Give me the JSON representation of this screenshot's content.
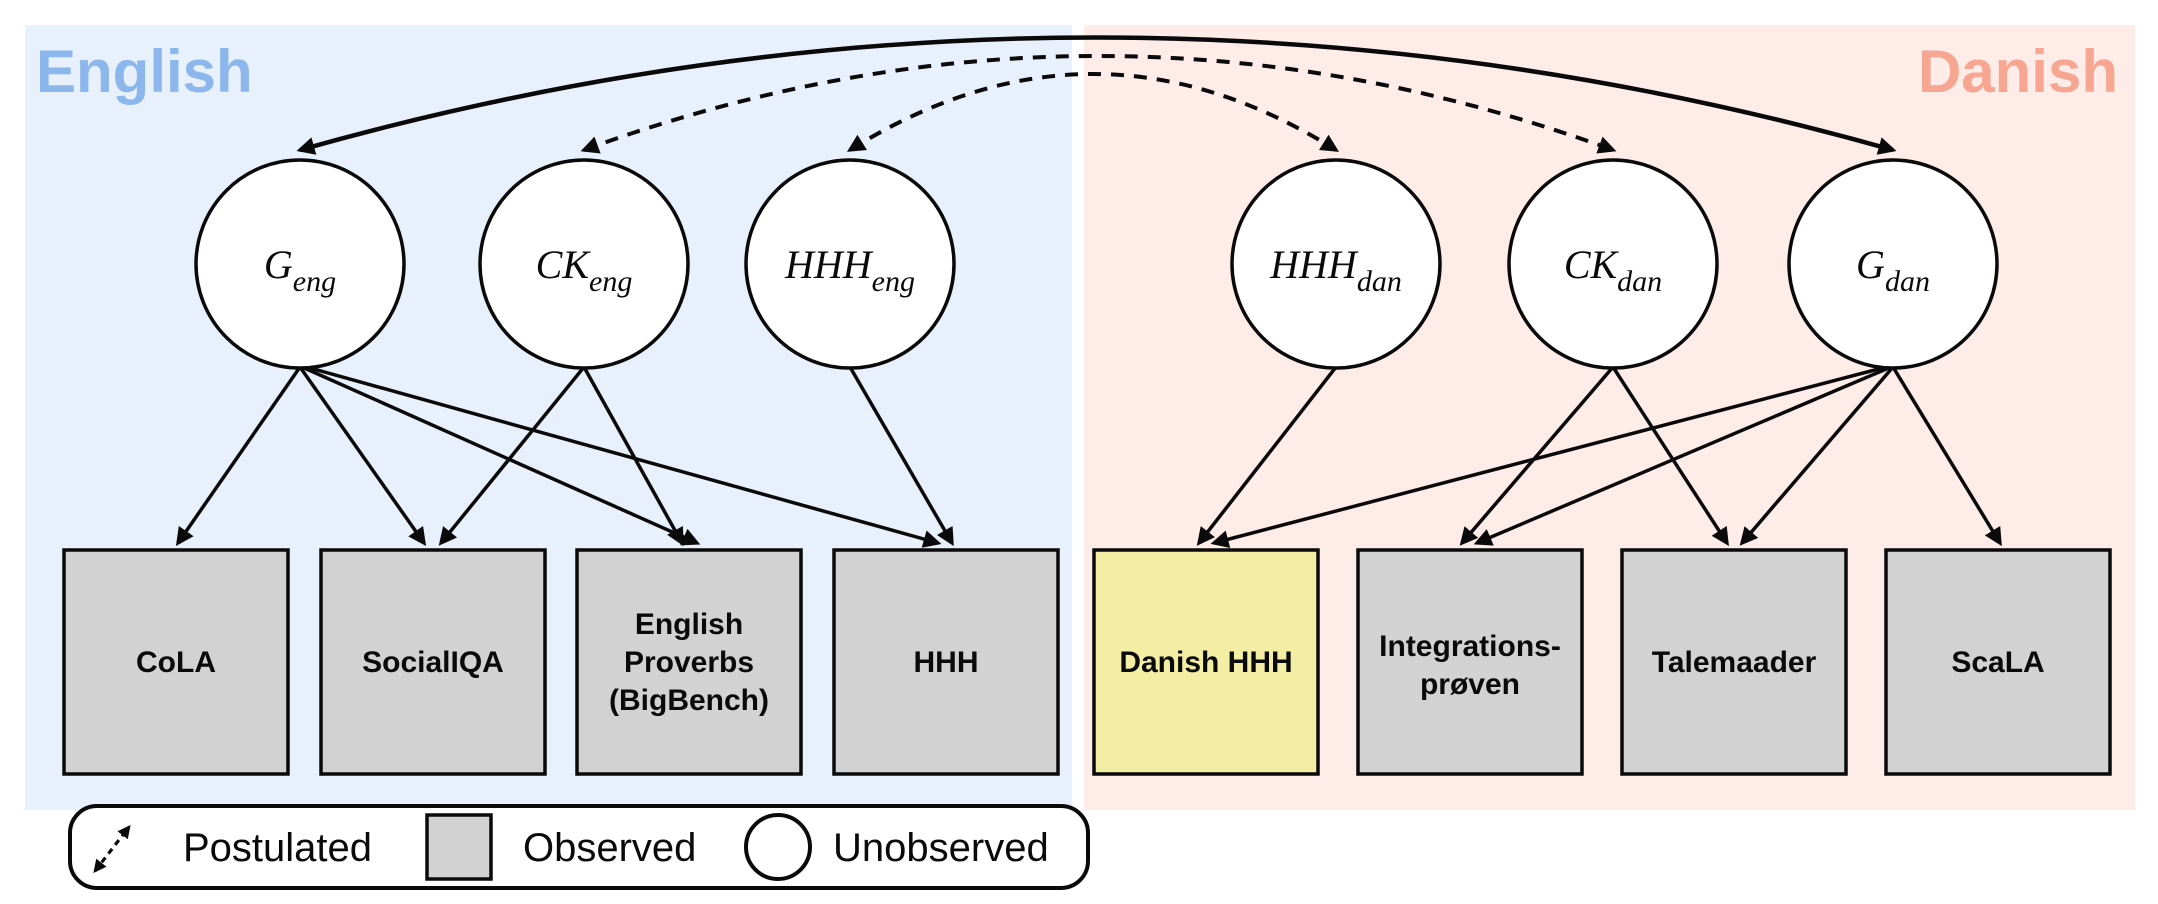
{
  "regions": {
    "english": {
      "label": "English",
      "bg": "#e7f0fb",
      "label_color": "#8cb7ec"
    },
    "danish": {
      "label": "Danish",
      "bg": "#fdece8",
      "label_color": "#f7a692"
    }
  },
  "latents": [
    {
      "id": "G_eng",
      "main": "G",
      "sub": "eng"
    },
    {
      "id": "CK_eng",
      "main": "CK",
      "sub": "eng"
    },
    {
      "id": "HHH_eng",
      "main": "HHH",
      "sub": "eng"
    },
    {
      "id": "HHH_dan",
      "main": "HHH",
      "sub": "dan"
    },
    {
      "id": "CK_dan",
      "main": "CK",
      "sub": "dan"
    },
    {
      "id": "G_dan",
      "main": "G",
      "sub": "dan"
    }
  ],
  "observed": [
    {
      "id": "cola",
      "lines": [
        "CoLA"
      ],
      "highlighted": false
    },
    {
      "id": "socialiqa",
      "lines": [
        "SocialIQA"
      ],
      "highlighted": false
    },
    {
      "id": "english-proverbs",
      "lines": [
        "English",
        "Proverbs",
        "(BigBench)"
      ],
      "highlighted": false
    },
    {
      "id": "hhh",
      "lines": [
        "HHH"
      ],
      "highlighted": false
    },
    {
      "id": "danish-hhh",
      "lines": [
        "Danish HHH"
      ],
      "highlighted": true
    },
    {
      "id": "integrationsproven",
      "lines": [
        "Integrations-",
        "prøven"
      ],
      "highlighted": false
    },
    {
      "id": "talemaader",
      "lines": [
        "Talemaader"
      ],
      "highlighted": false
    },
    {
      "id": "scala",
      "lines": [
        "ScaLA"
      ],
      "highlighted": false
    }
  ],
  "edges": {
    "correlations": [
      {
        "from": "G_eng",
        "to": "G_dan",
        "style": "solid",
        "postulated": false
      },
      {
        "from": "CK_eng",
        "to": "CK_dan",
        "style": "dashed",
        "postulated": true
      },
      {
        "from": "HHH_eng",
        "to": "HHH_dan",
        "style": "dashed",
        "postulated": true
      }
    ],
    "loadings": [
      {
        "from": "G_eng",
        "to": "CoLA"
      },
      {
        "from": "G_eng",
        "to": "SocialIQA"
      },
      {
        "from": "G_eng",
        "to": "English Proverbs (BigBench)"
      },
      {
        "from": "G_eng",
        "to": "HHH"
      },
      {
        "from": "CK_eng",
        "to": "SocialIQA"
      },
      {
        "from": "CK_eng",
        "to": "English Proverbs (BigBench)"
      },
      {
        "from": "HHH_eng",
        "to": "HHH"
      },
      {
        "from": "HHH_dan",
        "to": "Danish HHH"
      },
      {
        "from": "CK_dan",
        "to": "Integrations-prøven"
      },
      {
        "from": "CK_dan",
        "to": "Talemaader"
      },
      {
        "from": "G_dan",
        "to": "Danish HHH"
      },
      {
        "from": "G_dan",
        "to": "Integrations-prøven"
      },
      {
        "from": "G_dan",
        "to": "Talemaader"
      },
      {
        "from": "G_dan",
        "to": "ScaLA"
      }
    ]
  },
  "legend": {
    "postulated_label": "Postulated",
    "observed_label": "Observed",
    "unobserved_label": "Unobserved"
  },
  "colors": {
    "observed_fill": "#d2d2d2",
    "highlight_fill": "#f4eda4",
    "unobserved_fill": "#ffffff",
    "edge_color": "#0a0a0a"
  }
}
